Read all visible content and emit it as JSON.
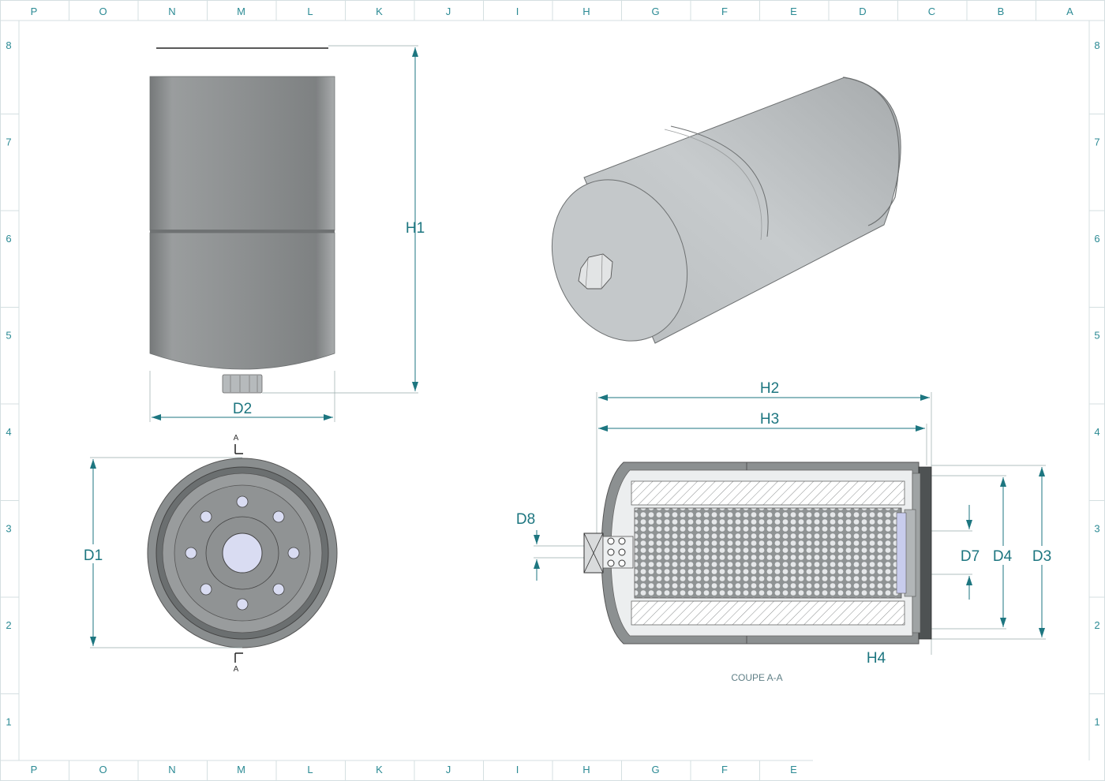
{
  "zones": {
    "columns": [
      "P",
      "O",
      "N",
      "M",
      "L",
      "K",
      "J",
      "I",
      "H",
      "G",
      "F",
      "E",
      "D",
      "C",
      "B",
      "A"
    ],
    "bottom_columns": [
      "P",
      "O",
      "N",
      "M",
      "L",
      "K",
      "J",
      "I",
      "H",
      "G",
      "F",
      "E"
    ],
    "rows": [
      "8",
      "7",
      "6",
      "5",
      "4",
      "3",
      "2",
      "1"
    ]
  },
  "dimensions": {
    "h1": "H1",
    "d2": "D2",
    "d1": "D1",
    "h2": "H2",
    "h3": "H3",
    "d8": "D8",
    "d7": "D7",
    "d4": "D4",
    "d3": "D3",
    "h4": "H4"
  },
  "section": {
    "marker": "A",
    "title": "COUPE A-A"
  },
  "colors": {
    "dimension_teal": "#1d7680",
    "body_grey": "#8c9091",
    "light_grey": "#bfc4c6",
    "hole_lavender": "#d9dcf2"
  }
}
